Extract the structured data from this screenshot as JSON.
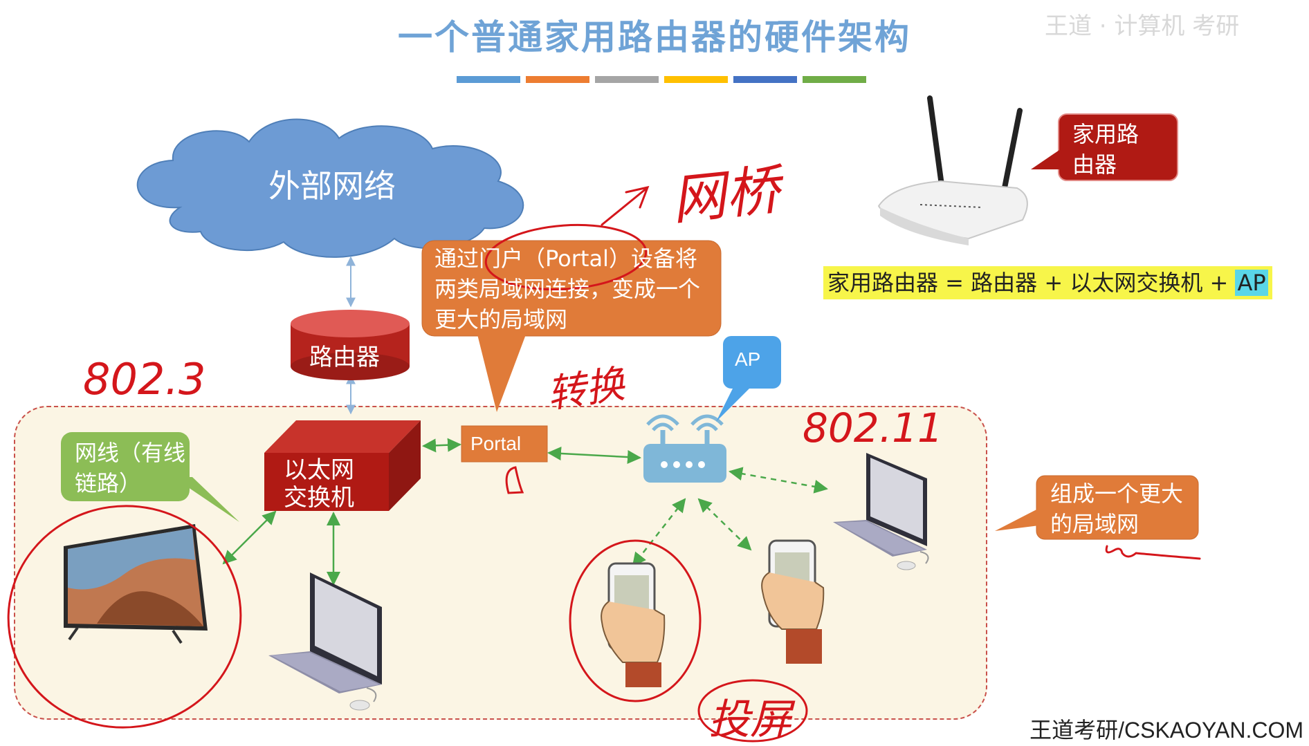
{
  "title": "一个普通家用路由器的硬件架构",
  "colors": {
    "bars": [
      "#5b9bd5",
      "#ed7d31",
      "#a5a5a5",
      "#ffc000",
      "#4472c4",
      "#70ad47"
    ],
    "cloud": "#6d9bd4",
    "router_red": "#b5231d",
    "callout_orange": "#e07b39",
    "callout_green": "#8cbd56",
    "callout_blue": "#4da3e8",
    "dark_red": "#b01a14",
    "annotation_red": "#d4161b",
    "arrow_green": "#4aa84a",
    "lan_fill": "#fbf5e4"
  },
  "nodes": {
    "cloud": "外部网络",
    "router": "路由器",
    "switch": "以太网交换机",
    "portal": "Portal",
    "ap_callout": "AP"
  },
  "callouts": {
    "portal_desc": "通过门户（Portal）设备将两类局域网连接，变成一个更大的局域网",
    "wired_link": "网线（有线链路）",
    "home_router": "家用路由器",
    "bigger_lan": "组成一个更大的局域网"
  },
  "formula": {
    "text": "家用路由器 = 路由器 + 以太网交换机 + ",
    "ap": "AP"
  },
  "handwriting": {
    "wangqiao": "网桥",
    "zhuanhuan": "转换",
    "std_8023": "802.3",
    "std_80211": "802.11",
    "touping": "投屏"
  },
  "top_watermark": "王道 · 计算机 考研",
  "watermark": "王道考研/CSKAOYAN.COM"
}
